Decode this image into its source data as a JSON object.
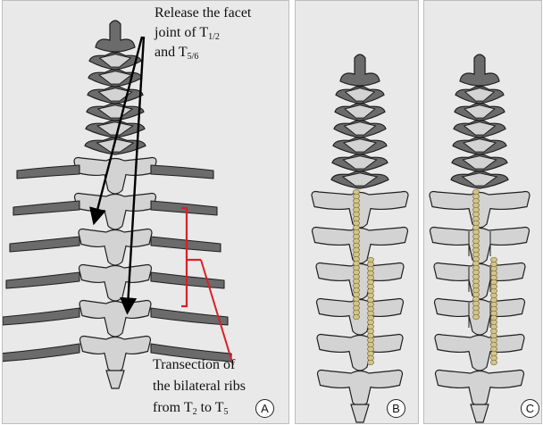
{
  "panels": [
    {
      "id": "A",
      "label": "A"
    },
    {
      "id": "B",
      "label": "B"
    },
    {
      "id": "C",
      "label": "C"
    }
  ],
  "annotations": {
    "release": {
      "line1": "Release the facet",
      "line2_pre": "joint of T",
      "line2_sub": "1/2",
      "line3_pre": "and T",
      "line3_sub": "5/6"
    },
    "transection": {
      "line1": "Transection of",
      "line2": "the bilateral ribs",
      "line3_pre": "from T",
      "line3_sub1": "2",
      "line3_mid": " to T",
      "line3_sub2": "5"
    }
  },
  "colors": {
    "bone_light": "#d3d3d3",
    "bone_dark": "#6b6b6b",
    "bone_outline": "#1f1f1f",
    "panel_bg": "#e9e9e9",
    "resection_marker": "#d9202a",
    "screw_rod": "#d2c58a"
  }
}
